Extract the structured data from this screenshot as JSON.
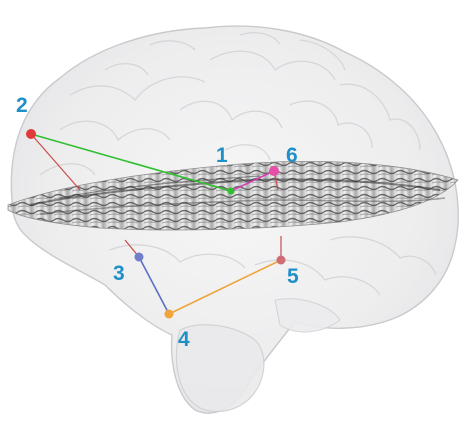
{
  "colors": {
    "label_blue": "#1f8fc7",
    "brain_fill": "#efeff0",
    "brain_stroke": "#c9cacd",
    "line_green": "#2fbf2f",
    "line_magenta": "#d33fb3",
    "line_blue": "#5a70c4",
    "line_orange": "#eea43a",
    "line_red": "#cc4b4b"
  },
  "points": [
    {
      "id": "1",
      "label": "1",
      "color": "#2fbf2f"
    },
    {
      "id": "2",
      "label": "2",
      "color": "#e03a3a"
    },
    {
      "id": "3",
      "label": "3",
      "color": "#6f7fc9"
    },
    {
      "id": "4",
      "label": "4",
      "color": "#f0a43a"
    },
    {
      "id": "5",
      "label": "5",
      "color": "#cf6c74"
    },
    {
      "id": "6",
      "label": "6",
      "color": "#e64fa6"
    }
  ],
  "connections": [
    {
      "from": "2",
      "to": "1",
      "color": "#2fbf2f"
    },
    {
      "from": "1",
      "to": "6",
      "color": "#d33fb3"
    },
    {
      "from": "3",
      "to": "4",
      "color": "#5a70c4"
    },
    {
      "from": "4",
      "to": "5",
      "color": "#eea43a"
    }
  ]
}
